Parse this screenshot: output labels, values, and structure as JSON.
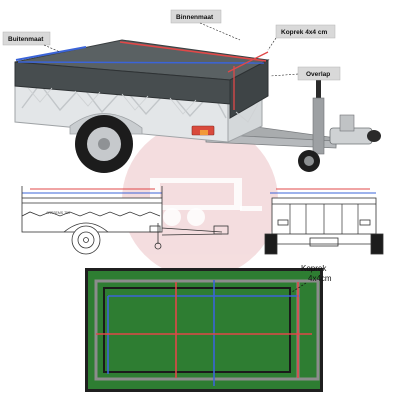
{
  "labels": {
    "buitenmaat": "Buitenmaat",
    "binnenmaat": "Binnenmaat",
    "koprek_tag": "Koprek 4x4 cm",
    "overlap": "Overlap",
    "koprek_line1": "Koprek",
    "koprek_line2": "4x4cm",
    "brand": "ANSSEMS 750"
  },
  "colors": {
    "tag_fill": "#d9d9d9",
    "cover": "#52595b",
    "cover_green": "#2e7d32",
    "frame_dark": "#1f1f1f",
    "measure_blue": "#3b64d8",
    "measure_red": "#e04848",
    "watermark": "#e3a3a8"
  }
}
